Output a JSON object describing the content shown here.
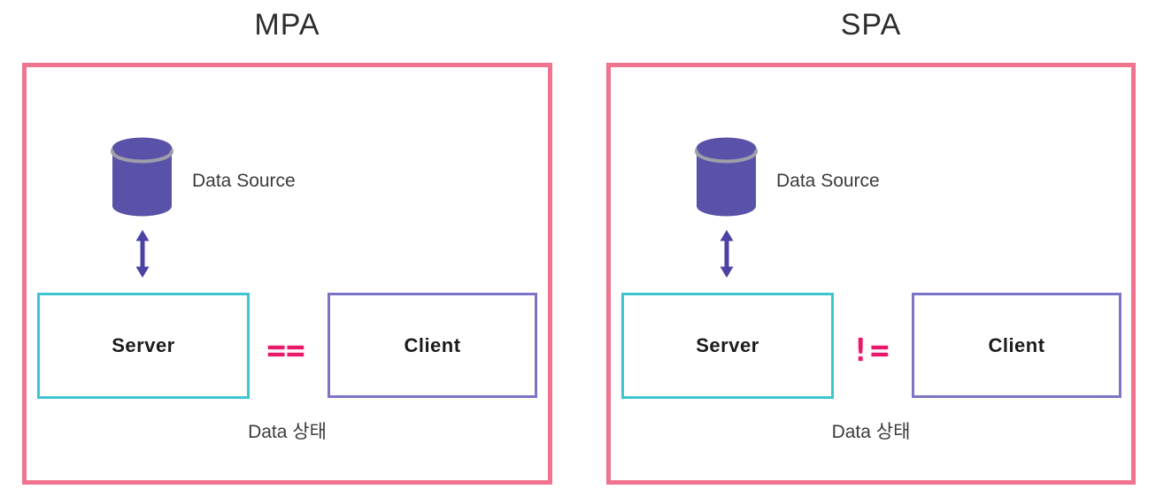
{
  "colors": {
    "panel_border": "#f0748f",
    "server_border": "#3fc5d1",
    "client_border": "#7c74c7",
    "operator": "#e8196b",
    "cylinder": "#5a51a8",
    "cylinder_rim": "#9e9eab",
    "arrow": "#4b42a4",
    "title_text": "#2d2d2d",
    "body_text": "#3b3b3b",
    "box_label_text": "#1b1b1b",
    "background": "#ffffff"
  },
  "panels": [
    {
      "title": "MPA",
      "data_source_label": "Data Source",
      "server_label": "Server",
      "operator": "==",
      "client_label": "Client",
      "caption": "Data 상태"
    },
    {
      "title": "SPA",
      "data_source_label": "Data Source",
      "server_label": "Server",
      "operator": "!=",
      "client_label": "Client",
      "caption": "Data 상태"
    }
  ]
}
